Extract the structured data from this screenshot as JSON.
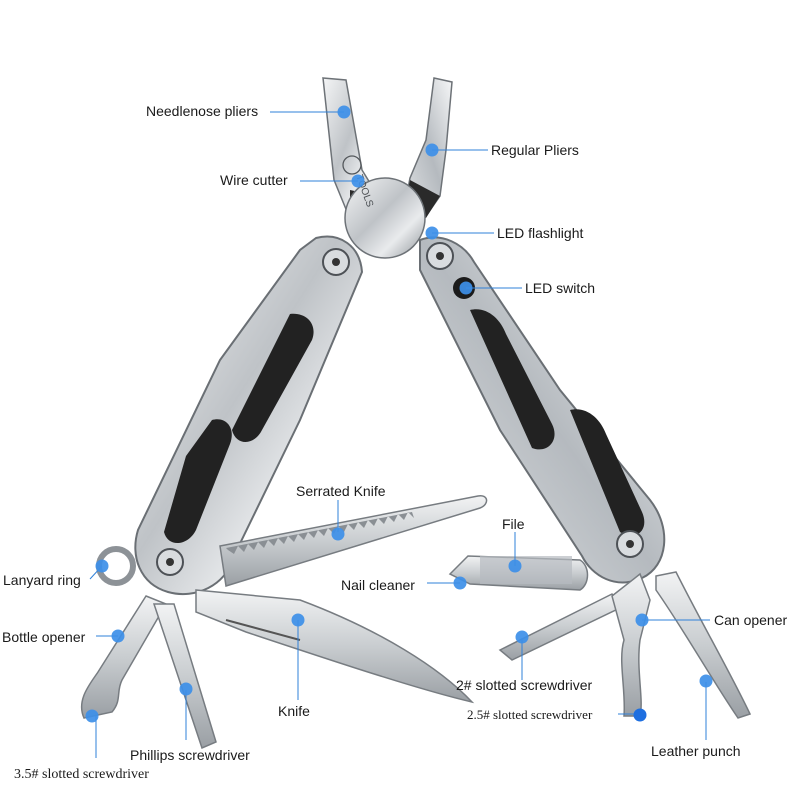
{
  "brand": "TOOLS",
  "accent": "#3d8fe8",
  "callouts": [
    {
      "id": "needlenose-pliers",
      "text": "Needlenose pliers"
    },
    {
      "id": "regular-pliers",
      "text": "Regular Pliers"
    },
    {
      "id": "wire-cutter",
      "text": "Wire cutter"
    },
    {
      "id": "led-flashlight",
      "text": "LED flashlight"
    },
    {
      "id": "led-switch",
      "text": "LED switch"
    },
    {
      "id": "serrated-knife",
      "text": "Serrated Knife"
    },
    {
      "id": "file",
      "text": "File"
    },
    {
      "id": "lanyard-ring",
      "text": "Lanyard ring"
    },
    {
      "id": "nail-cleaner",
      "text": "Nail cleaner"
    },
    {
      "id": "can-opener",
      "text": "Can opener"
    },
    {
      "id": "bottle-opener",
      "text": "Bottle opener"
    },
    {
      "id": "knife",
      "text": "Knife"
    },
    {
      "id": "slotted-2",
      "text": "2# slotted screwdriver"
    },
    {
      "id": "slotted-2-5",
      "text": "2.5# slotted screwdriver"
    },
    {
      "id": "phillips",
      "text": "Phillips screwdriver"
    },
    {
      "id": "leather-punch",
      "text": "Leather punch"
    },
    {
      "id": "slotted-3-5",
      "text": "3.5# slotted screwdriver"
    }
  ]
}
